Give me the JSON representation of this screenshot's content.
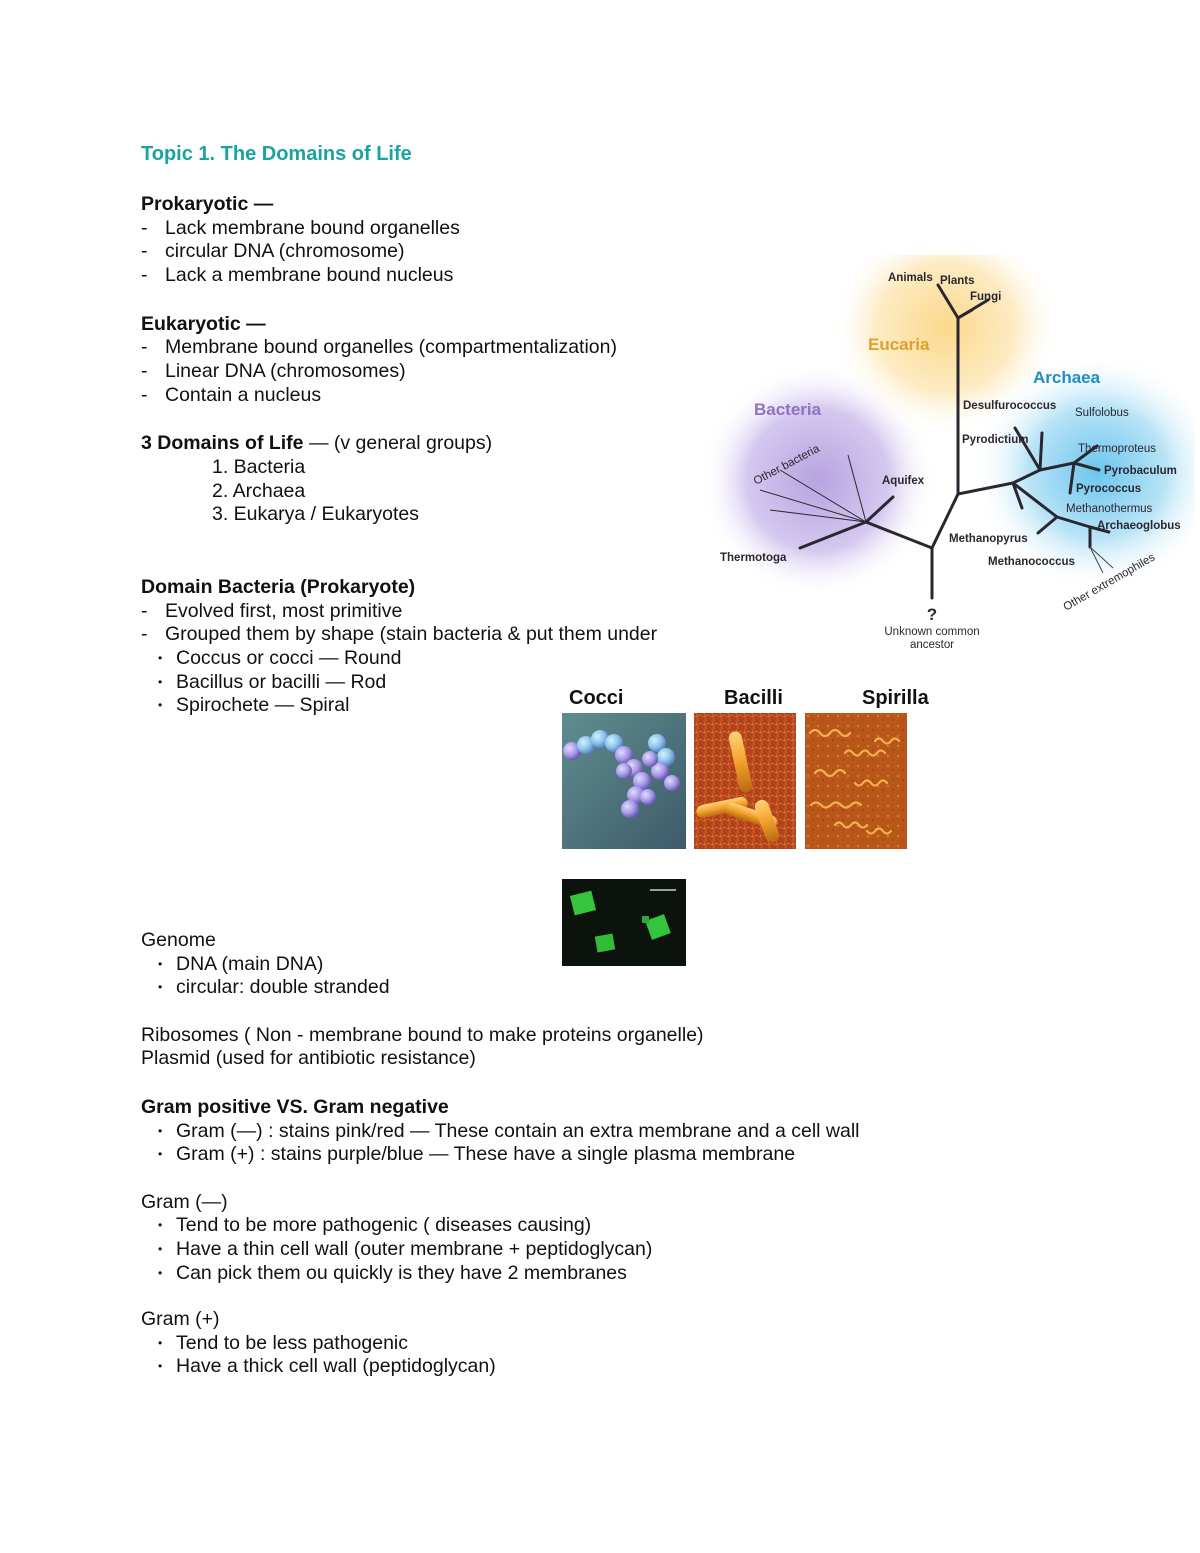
{
  "topic_title": "Topic 1. The Domains of Life",
  "prokaryotic": {
    "heading": "Prokaryotic —",
    "items": [
      "Lack membrane bound organelles",
      "circular DNA (chromosome)",
      "Lack a membrane bound nucleus"
    ]
  },
  "eukaryotic": {
    "heading": "Eukaryotic —",
    "items": [
      "Membrane bound organelles (compartmentalization)",
      "Linear DNA (chromosomes)",
      "Contain a nucleus"
    ]
  },
  "domains": {
    "heading": "3 Domains of Life",
    "subtitle": " — (v general groups)",
    "items": [
      "1. Bacteria",
      "2. Archaea",
      "3. Eukarya / Eukaryotes"
    ]
  },
  "bacteria_section": {
    "heading": "Domain Bacteria (Prokaryote)",
    "items": [
      "Evolved first, most primitive",
      "Grouped them by shape (stain bacteria & put them under"
    ],
    "shapes": [
      "Coccus or cocci — Round",
      "Bacillus or bacilli — Rod",
      "Spirochete — Spiral"
    ]
  },
  "genome": {
    "heading": "Genome",
    "items": [
      "DNA (main DNA)",
      "circular: double stranded"
    ]
  },
  "ribosomes": "Ribosomes ( Non - membrane bound to make proteins organelle)",
  "plasmid": "Plasmid (used for antibiotic resistance)",
  "gram_compare": {
    "heading": "Gram positive VS. Gram negative",
    "items": [
      "Gram (—) : stains pink/red — These contain an extra membrane and a cell wall",
      "Gram (+) : stains purple/blue — These have a single plasma membrane"
    ]
  },
  "gram_negative": {
    "heading": "Gram (—)",
    "items": [
      "Tend to be more pathogenic ( diseases causing)",
      "Have a thin cell wall (outer membrane + peptidoglycan)",
      "Can pick them ou quickly is they have 2 membranes"
    ]
  },
  "gram_positive": {
    "heading": "Gram (+)",
    "items": [
      "Tend to be less pathogenic",
      "Have a thick cell wall (peptidoglycan)"
    ]
  },
  "tree": {
    "domain_labels": [
      "Bacteria",
      "Eucaria",
      "Archaea"
    ],
    "eucaria_taxa": [
      "Animals",
      "Plants",
      "Fungi"
    ],
    "bacteria_taxa": [
      "Other bacteria",
      "Aquifex",
      "Thermotoga"
    ],
    "archaea_taxa": [
      "Desulfurococcus",
      "Sulfolobus",
      "Pyrodictium",
      "Thermoproteus",
      "Pyrobaculum",
      "Pyrococcus",
      "Methanothermus",
      "Archaeoglobus",
      "Methanopyrus",
      "Methanococcus",
      "Other extremophiles"
    ],
    "root_mark": "?",
    "root_label_1": "Unknown common",
    "root_label_2": "ancestor",
    "colors": {
      "bacteria": "#8e72c4",
      "eucaria": "#e0a030",
      "archaea": "#1d8fc4"
    }
  },
  "photos": {
    "labels": [
      "Cocci",
      "Bacilli",
      "Spirilla"
    ]
  }
}
